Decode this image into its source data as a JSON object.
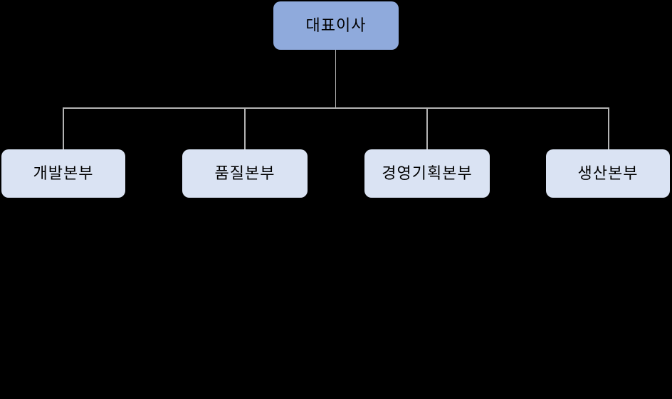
{
  "diagram": {
    "type": "org-chart",
    "background_color": "#000000",
    "connector_color": "#B3B3B3",
    "text_color": "#000000",
    "root": {
      "label": "대표이사",
      "fill_color": "#8FAADC"
    },
    "children": [
      {
        "label": "개발본부",
        "fill_color": "#DAE3F3"
      },
      {
        "label": "품질본부",
        "fill_color": "#DAE3F3"
      },
      {
        "label": "경영기획본부",
        "fill_color": "#DAE3F3"
      },
      {
        "label": "생산본부",
        "fill_color": "#DAE3F3"
      }
    ]
  }
}
